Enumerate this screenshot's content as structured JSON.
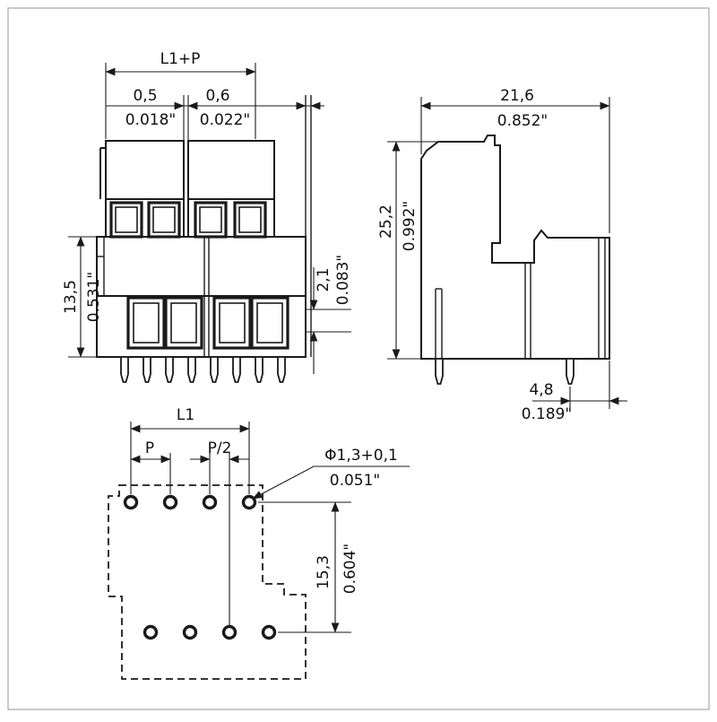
{
  "colors": {
    "line": "#1a1a1a",
    "background": "#ffffff",
    "frame_border": "#b9b9b9"
  },
  "views": {
    "front": {
      "dim_l1p": "L1+P",
      "dim_gap_a_mm": "0,5",
      "dim_gap_a_in": "0.018\"",
      "dim_gap_b_mm": "0,6",
      "dim_gap_b_in": "0.022\"",
      "dim_height_mm": "13,5",
      "dim_height_in": "0.531\"",
      "dim_offset_mm": "2,1",
      "dim_offset_in": "0.083\""
    },
    "side": {
      "dim_width_mm": "21,6",
      "dim_width_in": "0.852\"",
      "dim_height_mm": "25,2",
      "dim_height_in": "0.992\"",
      "dim_pin_edge_mm": "4,8",
      "dim_pin_edge_in": "0.189\""
    },
    "footprint": {
      "dim_l1": "L1",
      "dim_p": "P",
      "dim_p_half": "P/2",
      "dim_hole_mm": "Φ1,3+0,1",
      "dim_hole_in": "0.051\"",
      "dim_row_gap_mm": "15,3",
      "dim_row_gap_in": "0.604\""
    }
  }
}
